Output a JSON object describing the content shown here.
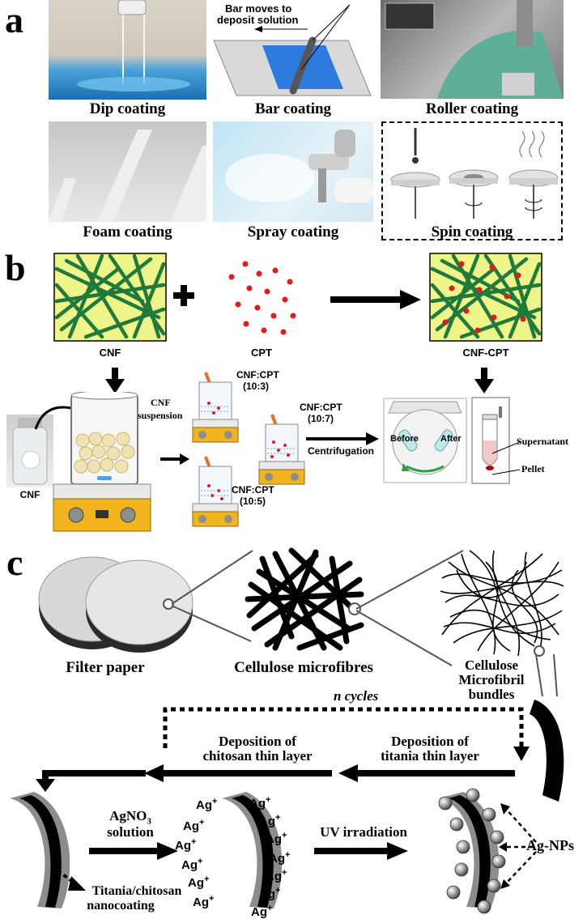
{
  "panels": {
    "a": "a",
    "b": "b",
    "c": "c"
  },
  "panel_a": {
    "dip": "Dip coating",
    "bar": "Bar coating",
    "roller": "Roller coating",
    "foam": "Foam coating",
    "spray": "Spray coating",
    "spin": "Spin coating",
    "bar_note_1": "Bar moves to",
    "bar_note_2": "deposit solution"
  },
  "panel_b": {
    "cnf": "CNF",
    "cpt": "CPT",
    "cnf_cpt": "CNF-CPT",
    "cnf_photo": "CNF",
    "suspension_1": "CNF",
    "suspension_2": "suspension",
    "ratio_103_a": "CNF:CPT",
    "ratio_103_b": "(10:3)",
    "ratio_107_a": "CNF:CPT",
    "ratio_107_b": "(10:7)",
    "ratio_105_a": "CNF:CPT",
    "ratio_105_b": "(10:5)",
    "centrifugation": "Centrifugation",
    "before": "Before",
    "after": "After",
    "supernatant": "Supernatant",
    "pellet": "Pellet"
  },
  "panel_c": {
    "filter_paper": "Filter paper",
    "microfibres": "Cellulose microfibres",
    "bundles_1": "Cellulose",
    "bundles_2": "Microfibril",
    "bundles_3": "bundles",
    "n_cycles": "n cycles",
    "dep_chitosan_1": "Deposition of",
    "dep_chitosan_2": "chitosan thin layer",
    "dep_titania_1": "Deposition of",
    "dep_titania_2": "titania thin layer",
    "agno3_1": "AgNO",
    "agno3_sub": "3",
    "agno3_2": "solution",
    "uv": "UV irradiation",
    "ag_ion": "Ag",
    "ag_plus": "+",
    "ag_nps": "Ag-NPs",
    "nanocoating_1": "Titania/chitosan",
    "nanocoating_2": "nanocoating"
  },
  "colors": {
    "fiber_green": "#1f7a3c",
    "panel_yellow": "#eef58a",
    "dot_red": "#e01b1b",
    "device_yellow": "#f2b51d"
  }
}
